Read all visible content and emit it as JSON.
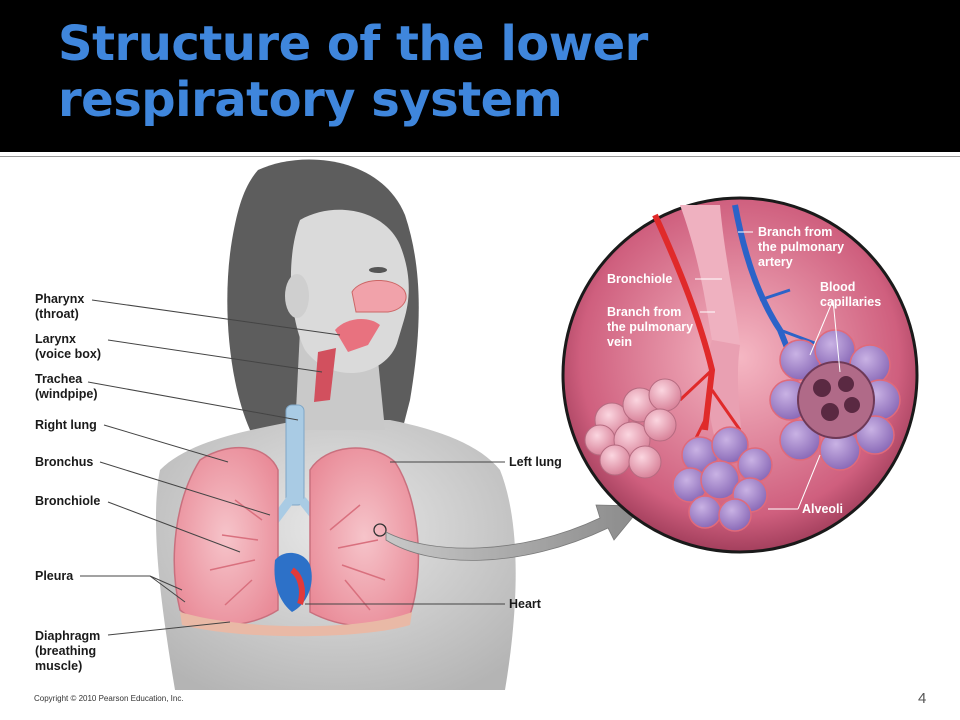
{
  "title": "Structure of the lower respiratory system",
  "labels": {
    "pharynx": "Pharynx",
    "pharynx_sub": "(throat)",
    "larynx": "Larynx",
    "larynx_sub": "(voice box)",
    "trachea": "Trachea",
    "trachea_sub": "(windpipe)",
    "right_lung": "Right lung",
    "bronchus": "Bronchus",
    "bronchiole": "Bronchiole",
    "pleura": "Pleura",
    "diaphragm": "Diaphragm",
    "diaphragm_sub1": "(breathing",
    "diaphragm_sub2": "muscle)",
    "left_lung": "Left lung",
    "heart": "Heart"
  },
  "inset": {
    "artery_1": "Branch from",
    "artery_2": "the pulmonary",
    "artery_3": "artery",
    "bronchiole": "Bronchiole",
    "vein_1": "Branch from",
    "vein_2": "the pulmonary",
    "vein_3": "vein",
    "capillaries_1": "Blood",
    "capillaries_2": "capillaries",
    "alveoli": "Alveoli"
  },
  "copyright": "Copyright © 2010 Pearson Education, Inc.",
  "page_number": "4",
  "colors": {
    "title": "#3f86dc",
    "artery": "#1f5fc4",
    "vein": "#e02a2a",
    "lung": "#f0a0aa",
    "skin": "#d0d0d0",
    "hair": "#5a5a5a",
    "arrow": "#9a9a9a"
  }
}
